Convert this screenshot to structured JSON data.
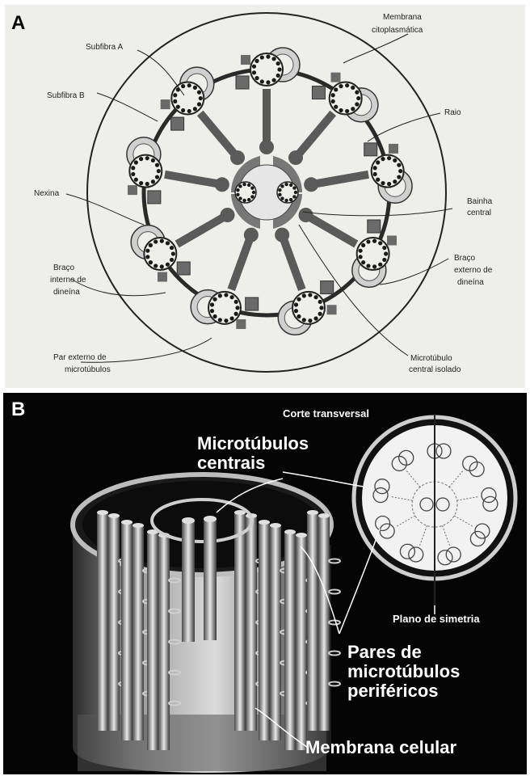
{
  "panel_a": {
    "letter": "A",
    "labels": {
      "membrana_line1": "Membrana",
      "membrana_line2": "citoplasmática",
      "subfibra_a": "Subfibra A",
      "subfibra_b": "Subfibra B",
      "raio": "Raio",
      "nexina": "Nexina",
      "bainha_line1": "Bainha",
      "bainha_line2": "central",
      "braco_int_line1": "Braço",
      "braco_int_line2": "interno de",
      "braco_int_line3": "dineína",
      "braco_ext_line1": "Braço",
      "braco_ext_line2": "externo de",
      "braco_ext_line3": "dineína",
      "par_line1": "Par externo de",
      "par_line2": "microtúbulos",
      "micro_line1": "Microtúbulo",
      "micro_line2": "central isolado"
    },
    "colors": {
      "background": "#eeeeea",
      "ink": "#222222",
      "fill_dark": "#5a5a5a",
      "fill_light": "#c8c8c8"
    }
  },
  "panel_b": {
    "letter": "B",
    "labels": {
      "corte": "Corte transversal",
      "centrais_line1": "Microtúbulos",
      "centrais_line2": "centrais",
      "plano": "Plano de simetria",
      "pares_line1": "Pares de",
      "pares_line2": "microtúbulos",
      "pares_line3": "periféricos",
      "membrana": "Membrana celular"
    },
    "colors": {
      "background": "#050505",
      "text": "#ffffff",
      "disc": "#f2f2f2"
    }
  }
}
